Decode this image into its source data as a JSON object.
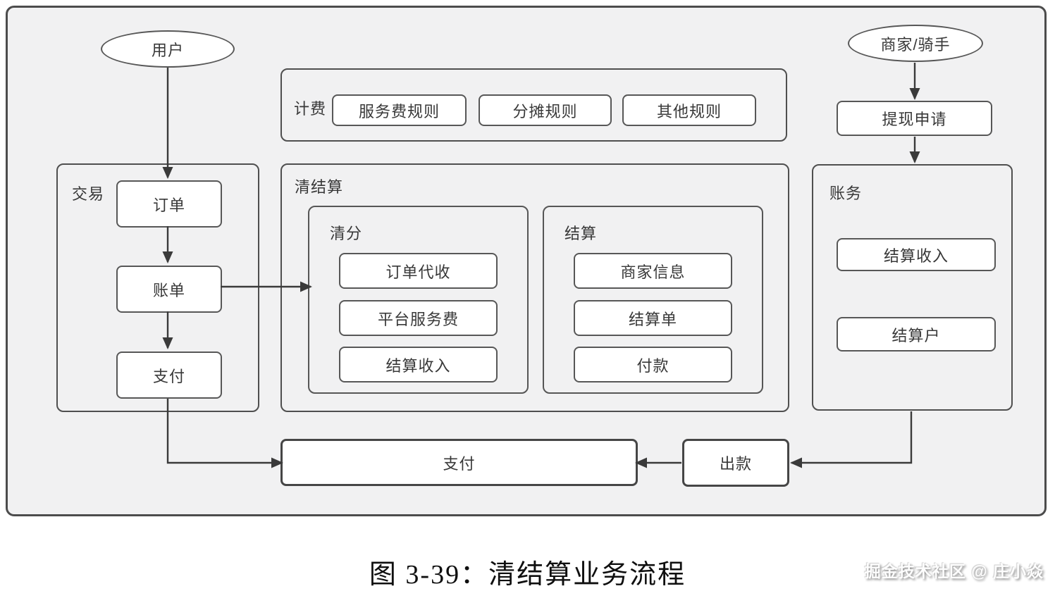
{
  "page": {
    "caption": "图 3-39：清结算业务流程",
    "watermark": "掘金技术社区 @ 庄小焱"
  },
  "nodes": {
    "user": "用户",
    "merchant_rider": "商家/骑手",
    "withdraw_request": "提现申请",
    "payment_bottom": "支付",
    "payout": "出款"
  },
  "groups": {
    "billing": {
      "label": "计费",
      "items": [
        "服务费规则",
        "分摊规则",
        "其他规则"
      ]
    },
    "trade": {
      "label": "交易",
      "items": [
        "订单",
        "账单",
        "支付"
      ]
    },
    "clearing_settlement": {
      "label": "清结算",
      "clearing": {
        "label": "清分",
        "items": [
          "订单代收",
          "平台服务费",
          "结算收入"
        ]
      },
      "settlement": {
        "label": "结算",
        "items": [
          "商家信息",
          "结算单",
          "付款"
        ]
      }
    },
    "accounting": {
      "label": "账务",
      "items": [
        "结算收入",
        "结算户"
      ]
    }
  },
  "colors": {
    "frame_bg": "#f1f1f2",
    "page_bg": "#ffffff",
    "border": "#4c4c4c",
    "box_fill": "#ffffff",
    "text": "#3c3c3c",
    "arrow": "#3a3a3a"
  }
}
